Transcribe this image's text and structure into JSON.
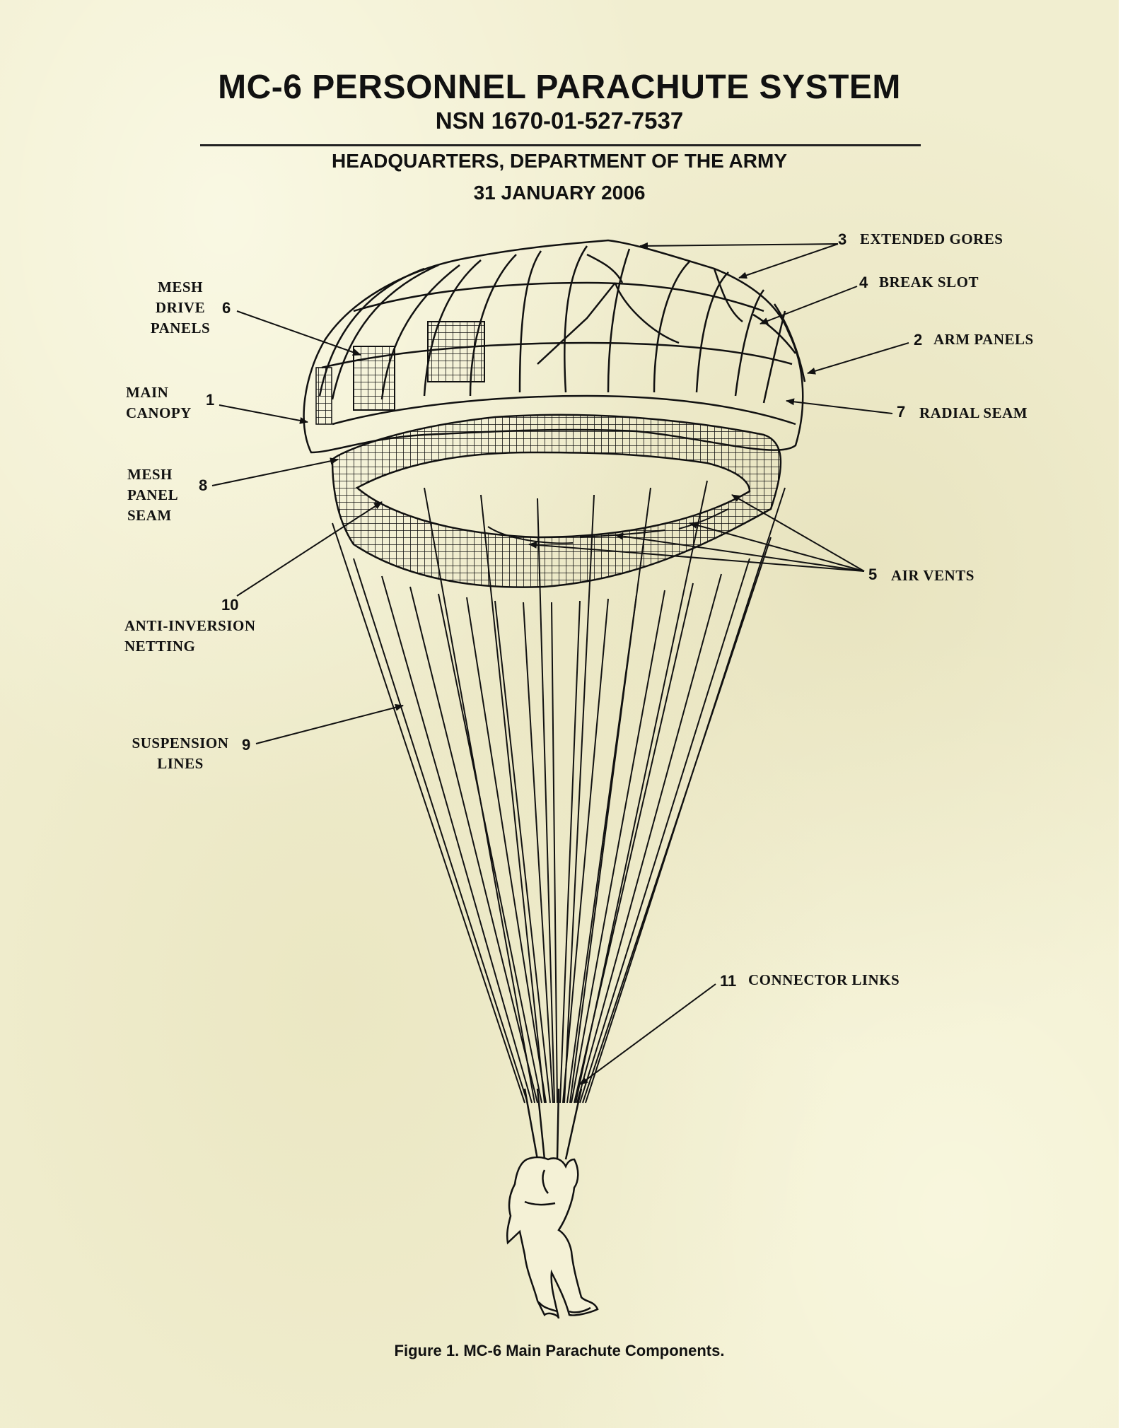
{
  "header": {
    "title": "MC-6 PERSONNEL PARACHUTE SYSTEM",
    "nsn": "NSN 1670-01-527-7537",
    "organization": "HEADQUARTERS, DEPARTMENT OF THE ARMY",
    "date": "31 JANUARY 2006"
  },
  "caption": "Figure 1.  MC-6 Main Parachute Components.",
  "callouts": {
    "main_canopy": {
      "number": "1",
      "lines": [
        "MAIN",
        "CANOPY"
      ]
    },
    "arm_panels": {
      "number": "2",
      "text": "ARM PANELS"
    },
    "extended_gores": {
      "number": "3",
      "text": "EXTENDED GORES"
    },
    "break_slot": {
      "number": "4",
      "text": "BREAK SLOT"
    },
    "air_vents": {
      "number": "5",
      "text": "AIR VENTS"
    },
    "mesh_drive_panels": {
      "number": "6",
      "lines": [
        "MESH",
        "DRIVE",
        "PANELS"
      ]
    },
    "radial_seam": {
      "number": "7",
      "text": "RADIAL SEAM"
    },
    "mesh_panel_seam": {
      "number": "8",
      "lines": [
        "MESH",
        "PANEL",
        "SEAM"
      ]
    },
    "suspension_lines": {
      "number": "9",
      "lines": [
        "SUSPENSION",
        "LINES"
      ]
    },
    "anti_inversion_netting": {
      "number": "10",
      "lines": [
        "ANTI-INVERSION",
        "NETTING"
      ]
    },
    "connector_links": {
      "number": "11",
      "text": "CONNECTOR LINKS"
    }
  }
}
